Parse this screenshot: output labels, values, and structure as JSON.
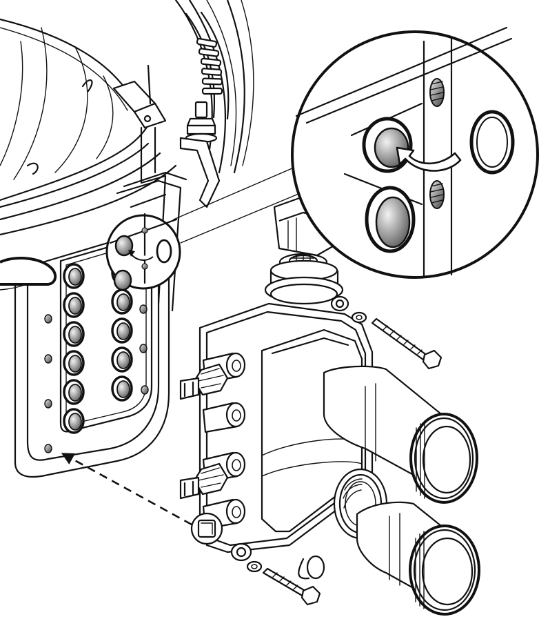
{
  "diagram": {
    "style": "black line-art technical illustration",
    "colors": {
      "ink": "#111111",
      "paper": "#ffffff",
      "port_gradient_light": "#f2f2f2",
      "port_gradient_dark": "#5a5a5a"
    },
    "ports": {
      "left_column_count": 6,
      "right_column_count": 5
    },
    "icons": [
      "curved-arrow-icon",
      "dashed-arrow-icon"
    ]
  }
}
